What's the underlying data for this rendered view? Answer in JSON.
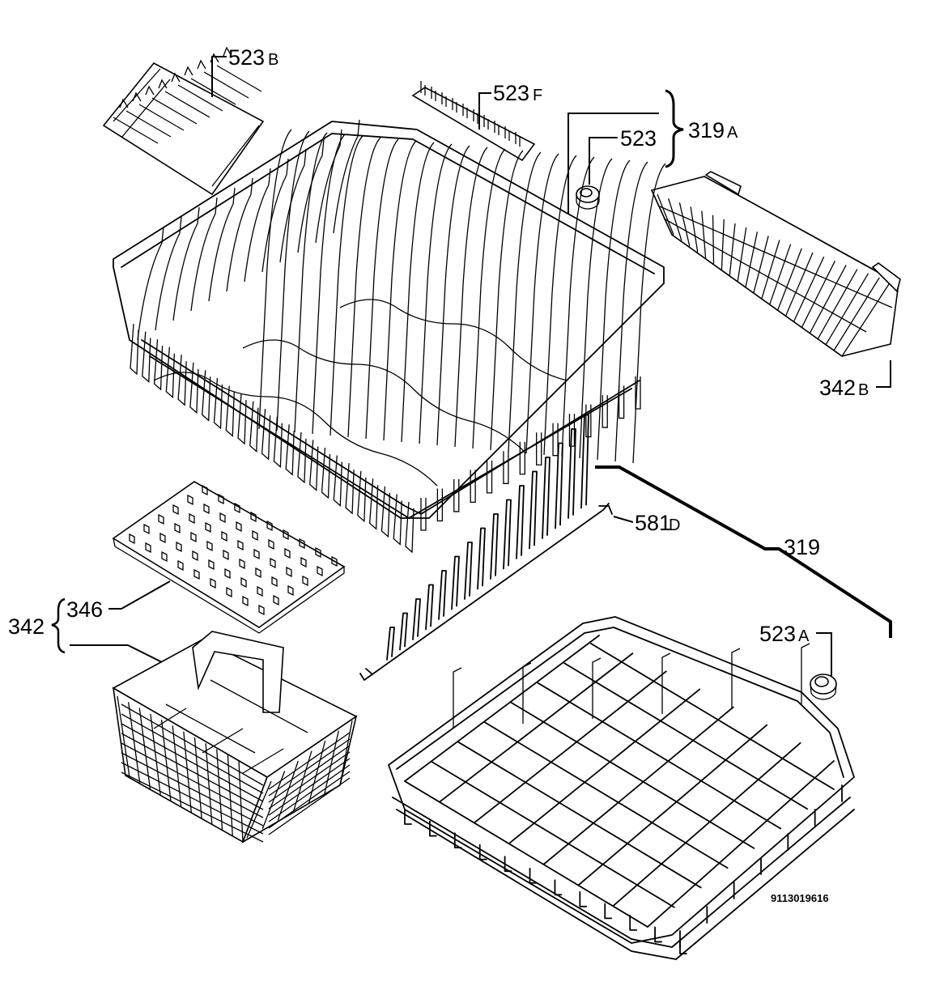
{
  "labels": {
    "l523b": {
      "num": "523",
      "suffix": "B"
    },
    "l523f": {
      "num": "523",
      "suffix": "F"
    },
    "l523": {
      "num": "523",
      "suffix": ""
    },
    "l319a": {
      "num": "319",
      "suffix": "A"
    },
    "l342b": {
      "num": "342",
      "suffix": "B"
    },
    "l581d": {
      "num": "581",
      "suffix": "D"
    },
    "l319": {
      "num": "319",
      "suffix": ""
    },
    "l346": {
      "num": "346",
      "suffix": ""
    },
    "l342": {
      "num": "342",
      "suffix": ""
    },
    "l523a": {
      "num": "523",
      "suffix": "A"
    }
  },
  "drawing_code": "9113019616"
}
